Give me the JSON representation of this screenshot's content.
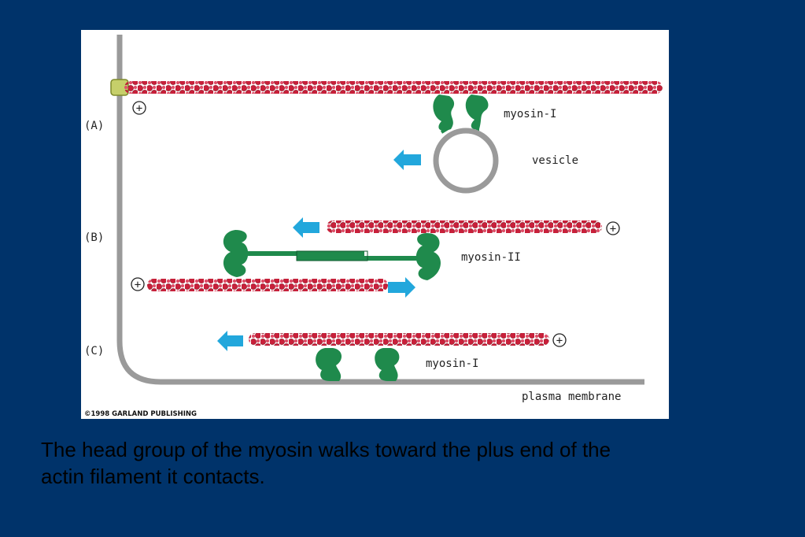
{
  "figure": {
    "panel_labels": {
      "a": "(A)",
      "b": "(B)",
      "c": "(C)"
    },
    "plus_sign": "+",
    "labels": {
      "myosin_1_a": "myosin-I",
      "vesicle": "vesicle",
      "myosin_2": "myosin-II",
      "myosin_1_c": "myosin-I",
      "plasma_membrane": "plasma membrane"
    },
    "credit": "©1998 GARLAND PUBLISHING",
    "colors": {
      "actin": "#c8203a",
      "myosin": "#1f8a4c",
      "arrow": "#22a7dc",
      "membrane": "#9a9a9a",
      "anchor": "#c6cf6a"
    }
  },
  "caption": {
    "line1": "The head group of the myosin walks toward the plus end of the",
    "line2": "actin filament it contacts."
  }
}
